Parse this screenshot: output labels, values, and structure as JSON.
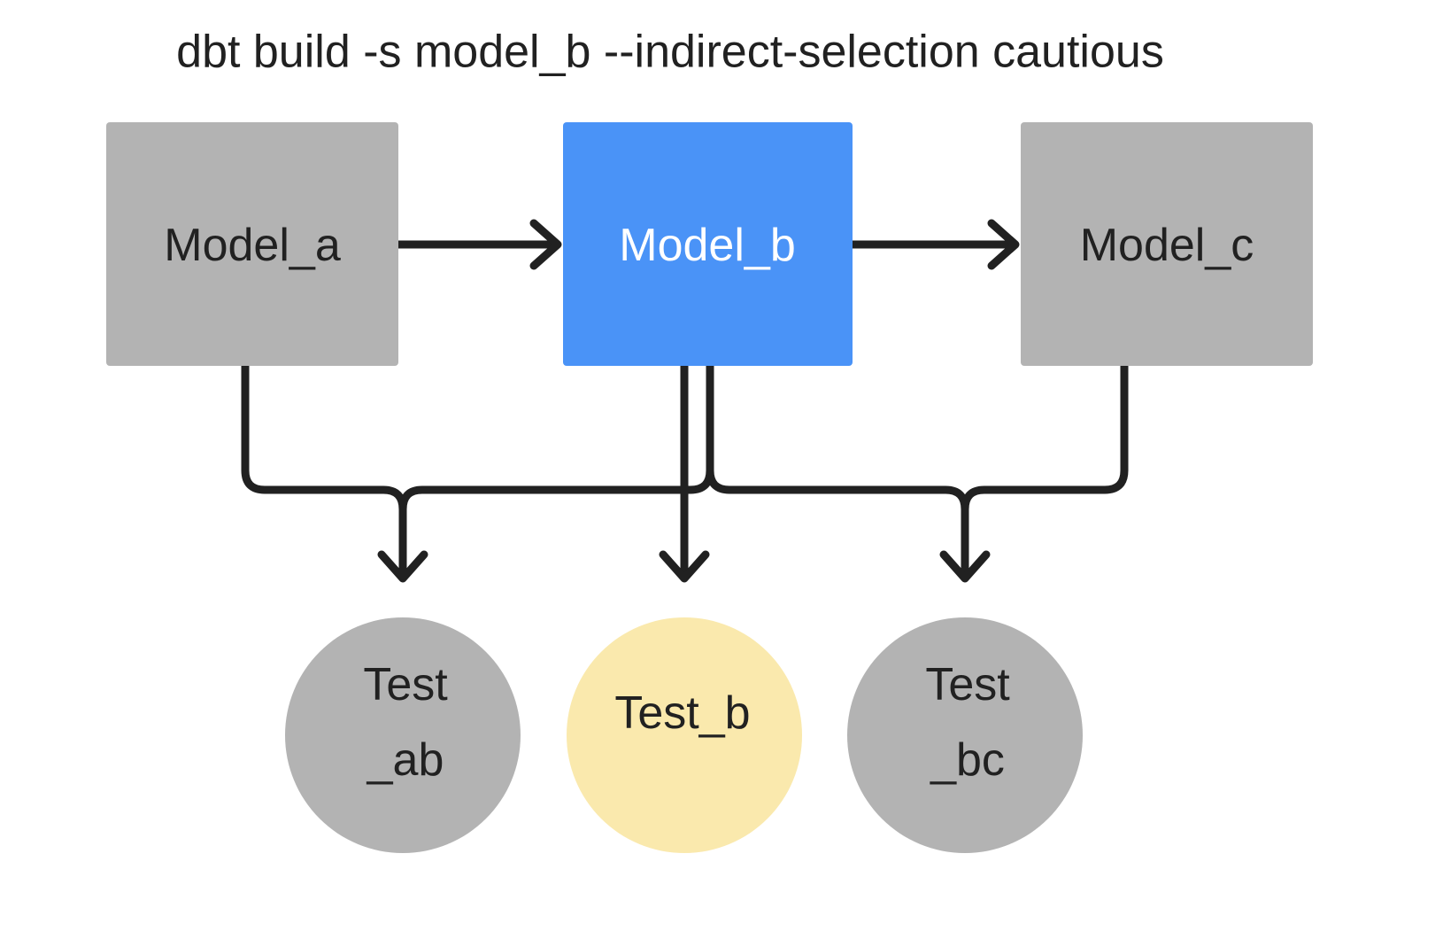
{
  "title": "dbt build -s model_b --indirect-selection cautious",
  "colors": {
    "background": "#ffffff",
    "node_gray": "#b3b3b3",
    "node_blue": "#4a93f7",
    "node_yellow": "#fae9ad",
    "edge": "#212121",
    "text_dark": "#212121",
    "text_light": "#ffffff"
  },
  "models": [
    {
      "id": "model_a",
      "label": "Model_a",
      "fill": "#b3b3b3",
      "text_color": "#212121"
    },
    {
      "id": "model_b",
      "label": "Model_b",
      "fill": "#4a93f7",
      "text_color": "#ffffff"
    },
    {
      "id": "model_c",
      "label": "Model_c",
      "fill": "#b3b3b3",
      "text_color": "#212121"
    }
  ],
  "tests": [
    {
      "id": "test_ab",
      "label": "Test_ab",
      "line1": "Test",
      "line2": "_ab",
      "fill": "#b3b3b3",
      "text_color": "#212121"
    },
    {
      "id": "test_b",
      "label": "Test_b",
      "line1": "Test_b",
      "line2": "",
      "fill": "#fae9ad",
      "text_color": "#212121"
    },
    {
      "id": "test_bc",
      "label": "Test_bc",
      "line1": "Test",
      "line2": "_bc",
      "fill": "#b3b3b3",
      "text_color": "#212121"
    }
  ],
  "edges": [
    {
      "id": "edge-model-a-to-model-b",
      "from": "model_a",
      "to": "model_b",
      "kind": "horizontal-arrow"
    },
    {
      "id": "edge-model-b-to-model-c",
      "from": "model_b",
      "to": "model_c",
      "kind": "horizontal-arrow"
    },
    {
      "id": "edge-model-a-to-test-ab",
      "from": "model_a",
      "to": "test_ab",
      "kind": "elbow-arrow"
    },
    {
      "id": "edge-model-b-to-test-ab",
      "from": "model_b",
      "to": "test_ab",
      "kind": "elbow-arrow"
    },
    {
      "id": "edge-model-b-to-test-b",
      "from": "model_b",
      "to": "test_b",
      "kind": "straight-arrow"
    },
    {
      "id": "edge-model-b-to-test-bc",
      "from": "model_b",
      "to": "test_bc",
      "kind": "elbow-arrow"
    },
    {
      "id": "edge-model-c-to-test-bc",
      "from": "model_c",
      "to": "test_bc",
      "kind": "elbow-arrow"
    }
  ]
}
